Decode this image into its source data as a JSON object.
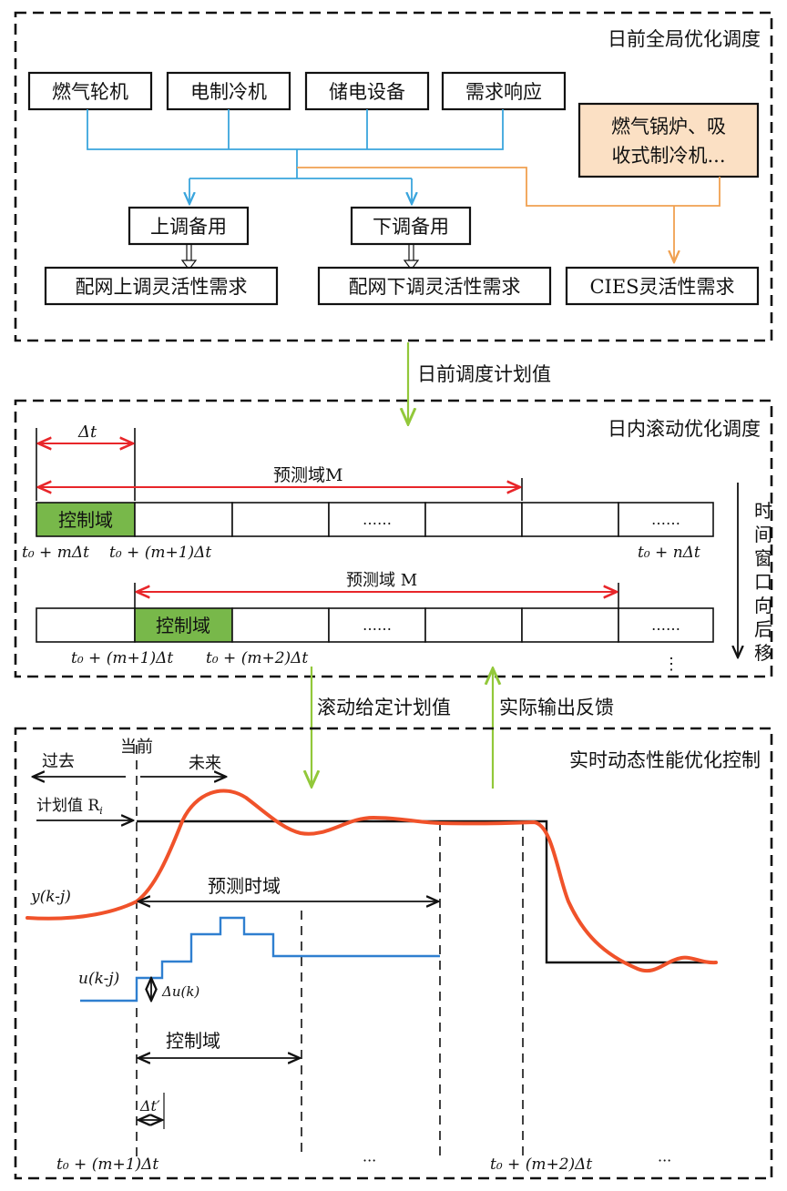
{
  "top": {
    "title": "日前全局优化调度",
    "sources": [
      "燃气轮机",
      "电制冷机",
      "储电设备",
      "需求响应"
    ],
    "boiler_line1": "燃气锅炉、吸",
    "boiler_line2": "收式制冷机...",
    "up_reserve": "上调备用",
    "down_reserve": "下调备用",
    "up_demand": "配网上调灵活性需求",
    "down_demand": "配网下调灵活性需求",
    "cies_demand": "CIES灵活性需求"
  },
  "link1": "日前调度计划值",
  "middle": {
    "title": "日内滚动优化调度",
    "dt": "Δt",
    "pred_domain_1": "预测域M",
    "pred_domain_2": "预测域 M",
    "control_domain": "控制域",
    "ellipsis": "……",
    "t_label_a": "t₀ + mΔt",
    "t_label_b": "t₀ + (m+1)Δt",
    "t_label_c": "t₀ + nΔt",
    "t_label_d": "t₀ + (m+1)Δt",
    "t_label_e": "t₀ + (m+2)Δt",
    "vertical_text": [
      "时",
      "间",
      "窗",
      "口",
      "向",
      "后",
      "移"
    ],
    "vdots": "⋮"
  },
  "link2_down": "滚动给定计划值",
  "link2_up": "实际输出反馈",
  "bottom": {
    "title": "实时动态性能优化控制",
    "now": "当前",
    "past": "过去",
    "future": "未来",
    "plan_value": "计划值 R",
    "plan_sub": "i",
    "y_label": "y(k-j)",
    "u_label": "u(k-j)",
    "du_label": "Δu(k)",
    "pred_time_domain": "预测时域",
    "control_domain": "控制域",
    "dt_prime": "Δt′",
    "t_label_a": "t₀ + (m+1)Δt",
    "t_label_b": "t₀ + (m+2)Δt",
    "ellipsis": "···"
  },
  "colors": {
    "blue": "#3aa5dd",
    "orange": "#f0a050",
    "red": "#e8262a",
    "green_arrow": "#92c83a",
    "green_fill": "#78b84a",
    "boiler_fill": "#fbe0c4",
    "curve": "#f0522a",
    "u_line": "#2f7fd0"
  }
}
